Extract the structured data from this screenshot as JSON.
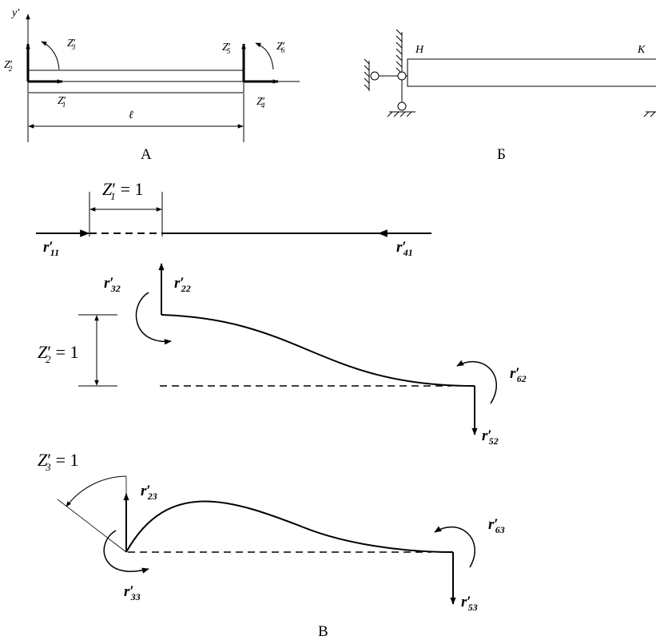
{
  "panels": {
    "a": {
      "caption": "А",
      "axis_label": "y′",
      "length_label": "ℓ",
      "labels": [
        {
          "sym": "Z",
          "idx": "1"
        },
        {
          "sym": "Z",
          "idx": "2"
        },
        {
          "sym": "Z",
          "idx": "3"
        },
        {
          "sym": "Z",
          "idx": "4"
        },
        {
          "sym": "Z",
          "idx": "5"
        },
        {
          "sym": "Z",
          "idx": "6"
        }
      ]
    },
    "b": {
      "caption": "Б",
      "node_start": "Н",
      "node_end": "К"
    },
    "c": {
      "caption": "В",
      "cases": [
        {
          "displacement": {
            "sym": "Z",
            "idx": "1",
            "value": "= 1"
          },
          "reactions": [
            {
              "sym": "r",
              "idx": "11"
            },
            {
              "sym": "r",
              "idx": "41"
            }
          ]
        },
        {
          "displacement": {
            "sym": "Z",
            "idx": "2",
            "value": "= 1"
          },
          "reactions": [
            {
              "sym": "r",
              "idx": "32"
            },
            {
              "sym": "r",
              "idx": "22"
            },
            {
              "sym": "r",
              "idx": "62"
            },
            {
              "sym": "r",
              "idx": "52"
            }
          ]
        },
        {
          "displacement": {
            "sym": "Z",
            "idx": "3",
            "value": "= 1"
          },
          "reactions": [
            {
              "sym": "r",
              "idx": "23"
            },
            {
              "sym": "r",
              "idx": "33"
            },
            {
              "sym": "r",
              "idx": "63"
            },
            {
              "sym": "r",
              "idx": "53"
            }
          ]
        }
      ]
    }
  }
}
